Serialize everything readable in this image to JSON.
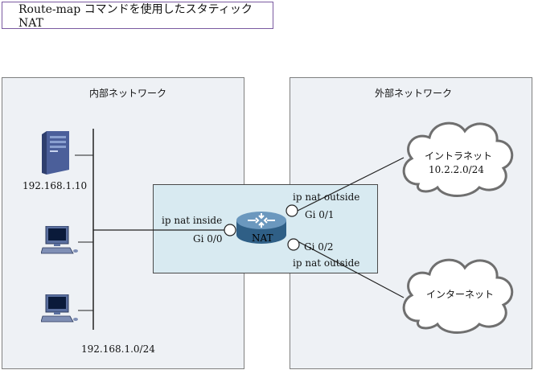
{
  "title": "Route-map コマンドを使用したスタティックNAT",
  "inside_zone": {
    "label": "内部ネットワーク",
    "server_ip": "192.168.1.10",
    "subnet": "192.168.1.0/24"
  },
  "outside_zone": {
    "label": "外部ネットワーク",
    "intranet": {
      "name": "イントラネット",
      "subnet": "10.2.2.0/24"
    },
    "internet": {
      "name": "インターネット"
    }
  },
  "router": {
    "name": "NAT",
    "inside_label": "ip nat inside",
    "gi00": "Gi 0/0",
    "outside_label_1": "ip nat outside",
    "gi01": "Gi 0/1",
    "gi02": "Gi 0/2",
    "outside_label_2": "ip nat outside"
  },
  "colors": {
    "title_border": "#7a5aa0",
    "zone_fill": "#eef1f5",
    "nat_box_fill": "#d8eaf1",
    "server_blue": "#5a6ea8",
    "router_blue": "#2f5f86"
  }
}
